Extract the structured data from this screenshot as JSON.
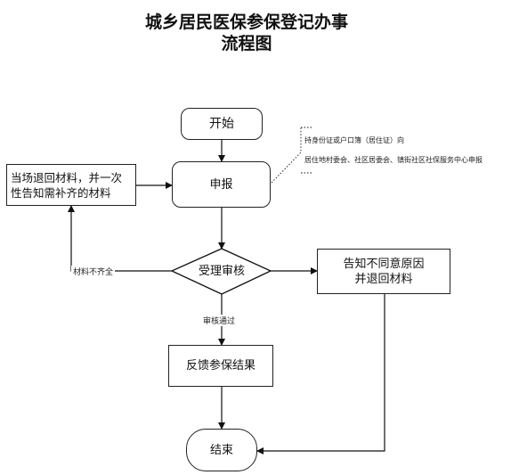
{
  "title": {
    "line1": "城乡居民医保参保登记办事",
    "line2": "流程图"
  },
  "nodes": {
    "start": "开始",
    "apply": "申报",
    "return_once": "当场退回材料，并一次性告知需补齐的材料",
    "review": "受理审核",
    "reject": "告知不同意原因并退回材料",
    "feedback": "反馈参保结果",
    "end": "结束"
  },
  "edge_labels": {
    "incomplete": "材料不齐全",
    "approved": "审核通过"
  },
  "annotation": {
    "line1": "持身份证或户口簿（居住证）向",
    "line2": "居住地村委会、社区居委会、镇街社区社保服务中心申报"
  }
}
